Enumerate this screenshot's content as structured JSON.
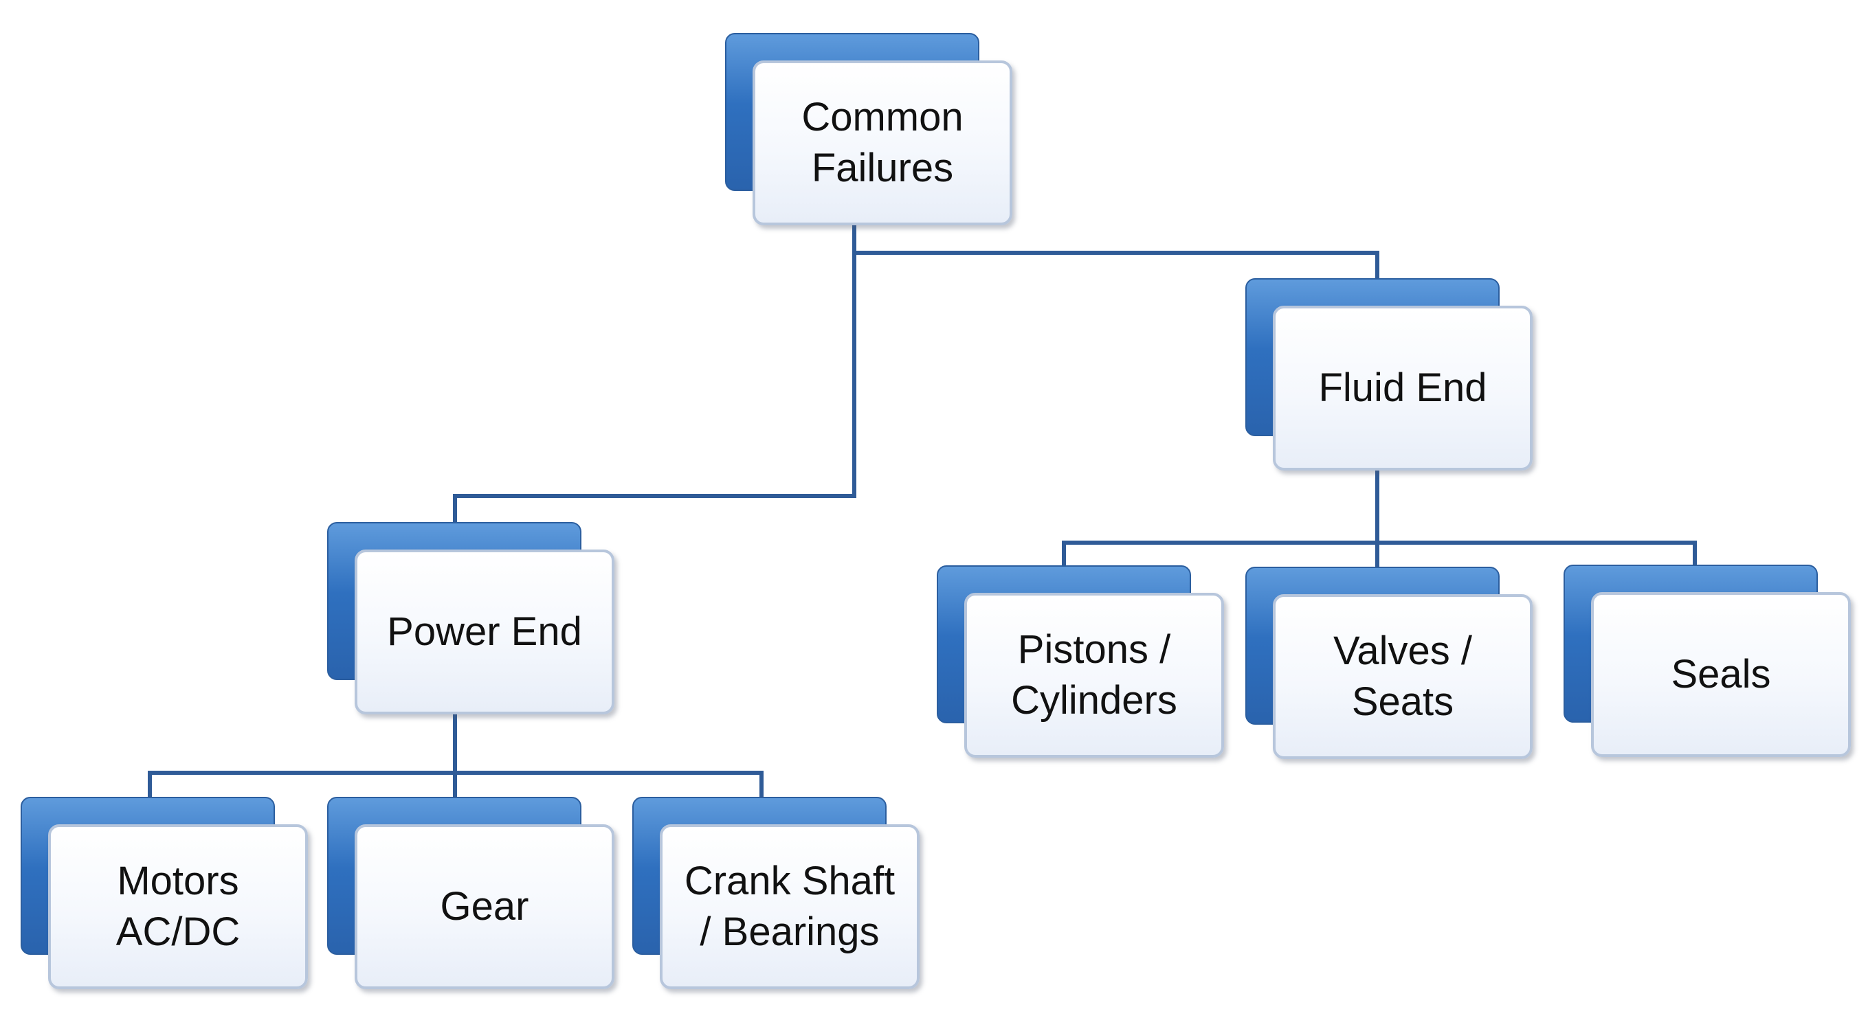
{
  "diagram": {
    "type": "hierarchy",
    "colors": {
      "connector": "#2f5b97",
      "back_card": "#2f70bf",
      "front_card": "#f3f6fb",
      "front_border": "#b7c6dc",
      "text": "#111111"
    },
    "nodes": {
      "common_failures": {
        "label": "Common\nFailures"
      },
      "fluid_end": {
        "label": "Fluid End"
      },
      "power_end": {
        "label": "Power End"
      },
      "pistons_cylinders": {
        "label": "Pistons /\nCylinders"
      },
      "valves_seats": {
        "label": "Valves /\nSeats"
      },
      "seals": {
        "label": "Seals"
      },
      "motors_acdc": {
        "label": "Motors\nAC/DC"
      },
      "gear": {
        "label": "Gear"
      },
      "crank_shaft_bearings": {
        "label": "Crank Shaft\n/ Bearings"
      }
    },
    "edges": [
      {
        "from": "common_failures",
        "to": "fluid_end"
      },
      {
        "from": "common_failures",
        "to": "power_end"
      },
      {
        "from": "fluid_end",
        "to": "pistons_cylinders"
      },
      {
        "from": "fluid_end",
        "to": "valves_seats"
      },
      {
        "from": "fluid_end",
        "to": "seals"
      },
      {
        "from": "power_end",
        "to": "motors_acdc"
      },
      {
        "from": "power_end",
        "to": "gear"
      },
      {
        "from": "power_end",
        "to": "crank_shaft_bearings"
      }
    ]
  }
}
